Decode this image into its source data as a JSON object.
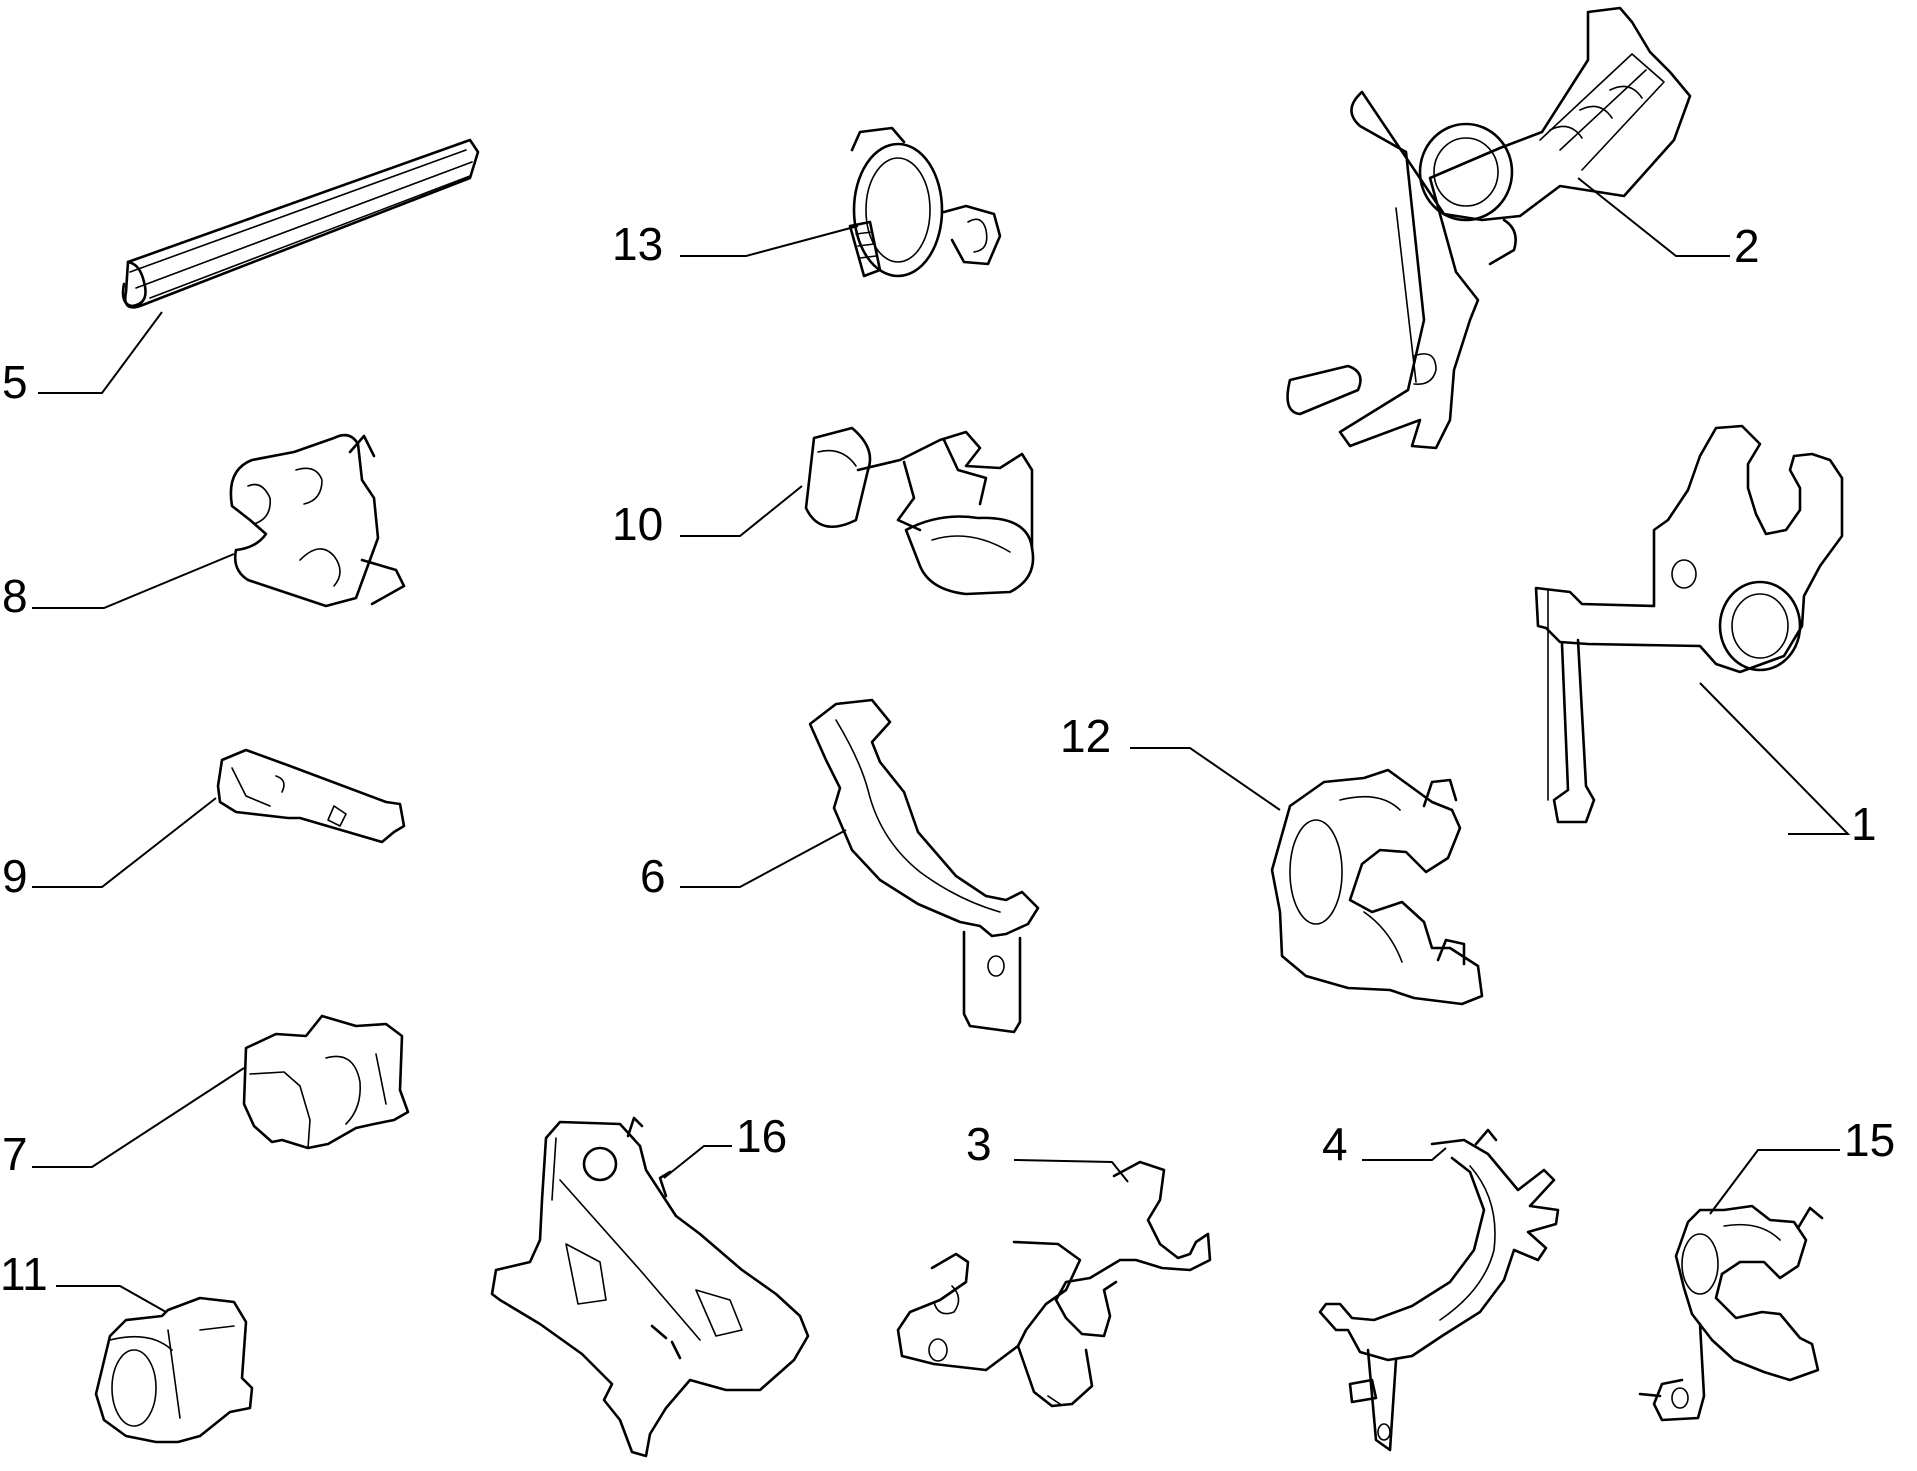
{
  "callouts": [
    "1",
    "2",
    "3",
    "4",
    "5",
    "6",
    "7",
    "8",
    "9",
    "10",
    "11",
    "12",
    "13",
    "15",
    "16"
  ]
}
